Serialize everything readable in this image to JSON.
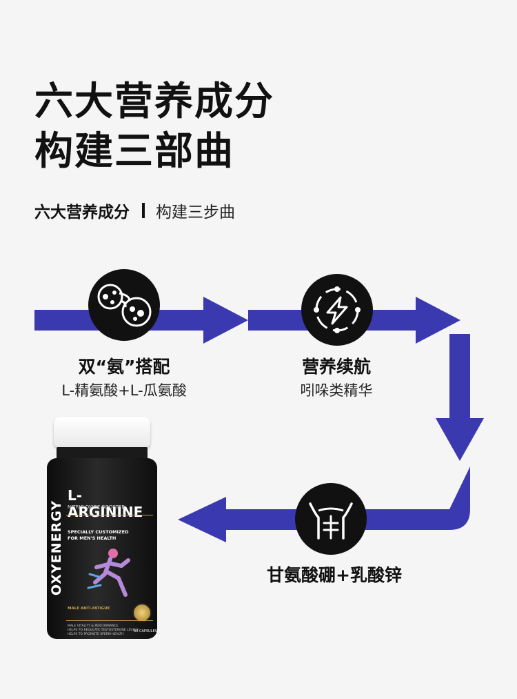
{
  "title": {
    "line1": "六大营养成分",
    "line2": "构建三部曲"
  },
  "subtitle": {
    "main": "六大营养成分",
    "secondary": "构建三步曲"
  },
  "colors": {
    "arrow": "#3b39b0",
    "icon_bg": "#111111",
    "background": "#f5f5f5"
  },
  "steps": [
    {
      "icon": "molecule-icon",
      "heading": "双“氨”搭配",
      "detail": "L-精氨酸+L-瓜氨酸"
    },
    {
      "icon": "energy-ring-icon",
      "heading": "营养续航",
      "detail": "吲哚类精华"
    },
    {
      "icon": "torso-icon",
      "heading": "甘氨酸硼+乳酸锌",
      "detail": ""
    }
  ],
  "product": {
    "brand": "OXYENERGY",
    "name": "L-ARGININE",
    "subtitle": "NITRIC OXIDE BOOSTER",
    "tagline_1": "SPECIALLY CUSTOMIZED",
    "tagline_2": "FOR MEN'S HEALTH",
    "feature": "MALE ANTI-FATIGUE",
    "bullets": [
      "MALE VITALITY & PERFORMANCE",
      "HELPS TO REGULATE TESTOSTERONE LEVELS",
      "HELPS TO PROMOTE SPERM HEALTH"
    ],
    "capsules": "60 CAPSULES"
  }
}
